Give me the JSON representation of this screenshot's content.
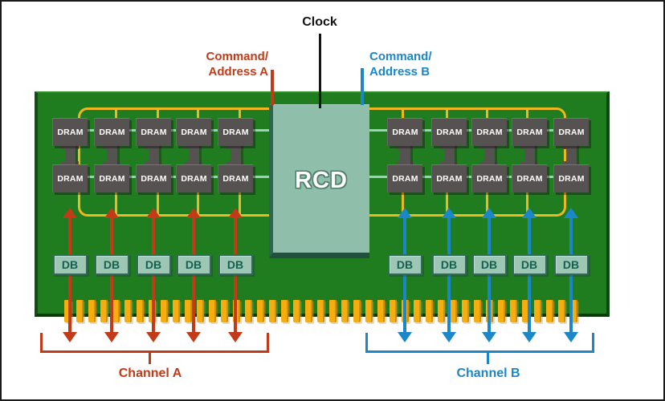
{
  "diagram": {
    "clock_label": "Clock",
    "rcd_label": "RCD",
    "dram_label": "DRAM",
    "db_label": "DB",
    "dram_rows": 2,
    "dram_columns_per_channel": 5,
    "pin_count": 43,
    "channels": [
      {
        "label": "Channel A",
        "command_address_label": [
          "Command/",
          "Address A"
        ],
        "color_key": "channel_a_red",
        "dram_count": 10,
        "db_count": 5
      },
      {
        "label": "Channel B",
        "command_address_label": [
          "Command/",
          "Address B"
        ],
        "color_key": "channel_b_blue",
        "dram_count": 10,
        "db_count": 5
      }
    ]
  },
  "colors": {
    "board_green": "#1F7C1F",
    "trace_gold": "#EFB71F",
    "pin_gold": "#F5AD0F",
    "chip_gray": "#575252",
    "rcd_teal": "#8FBEAB",
    "db_teal": "#9DC6B5",
    "data_line_teal": "#9FCEBD",
    "channel_a_red": "#C23A17",
    "channel_b_blue": "#1B87C9",
    "clock_black": "#141414"
  }
}
